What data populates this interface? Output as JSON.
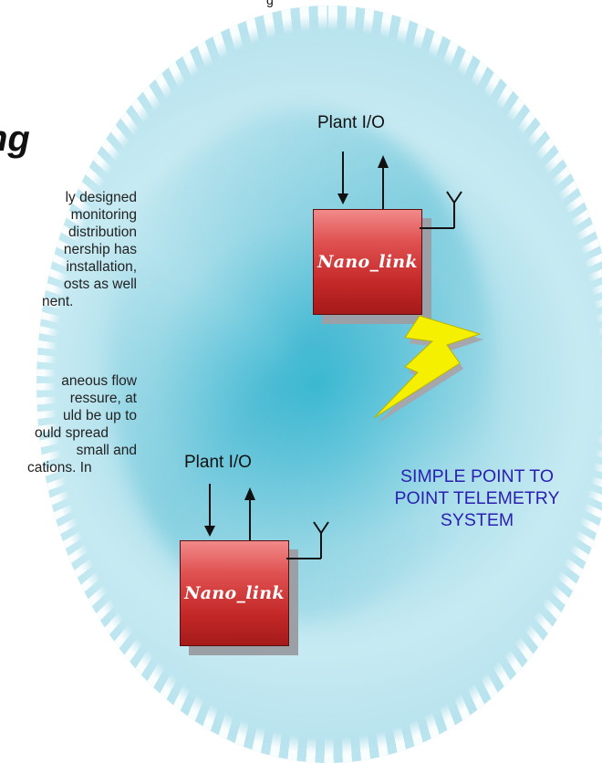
{
  "header": {
    "fragment": "g"
  },
  "article": {
    "heading": "ng",
    "paragraph1": [
      "ly designed",
      "monitoring",
      "distribution",
      "nership has",
      "installation,",
      "osts as well",
      "nent."
    ],
    "paragraph2": [
      "aneous flow",
      "ressure, at",
      "uld be up to",
      "ould spread",
      "small and",
      "cations.   In"
    ]
  },
  "diagram": {
    "units": [
      {
        "label": "Nano_link",
        "io_label": "Plant I/O"
      },
      {
        "label": "Nano_link",
        "io_label": "Plant I/O"
      }
    ],
    "telemetry_caption": "SIMPLE POINT TO\nPOINT TELEMETRY\nSYSTEM",
    "icons": [
      "arrow-down-icon",
      "arrow-up-icon",
      "antenna-icon",
      "lightning-bolt-icon"
    ]
  },
  "colors": {
    "swirl": "#6cc9dd",
    "unit_fill": "#c42828",
    "unit_shadow": "#9b9fa6",
    "bolt": "#f5f000",
    "caption": "#2a1fb0"
  }
}
